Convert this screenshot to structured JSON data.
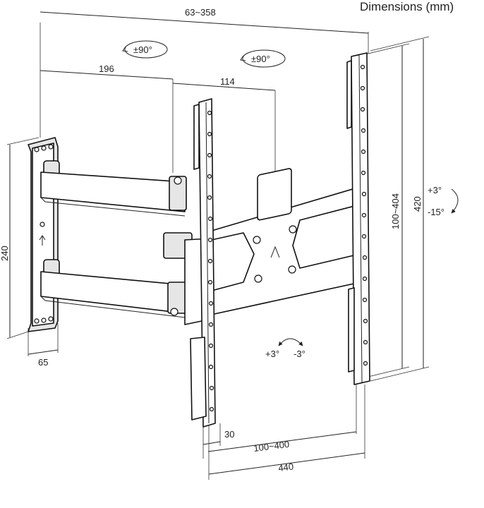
{
  "title": "Dimensions (mm)",
  "dimensions": {
    "overall_depth": "63~358",
    "arm_length": "196",
    "inner_arm_length": "114",
    "plate_height": "240",
    "plate_depth": "65",
    "vertical_hole_spacing": "100~404",
    "height": "420",
    "horizontal_hole_spacing": "100~400",
    "width": "440",
    "thickness": "30"
  },
  "rotations": {
    "swivel_arm": "±90°",
    "swivel_head": "±90°",
    "tilt_up": "+3°",
    "tilt_down": "-15°",
    "level_plus": "+3°",
    "level_minus": "-3°"
  },
  "colors": {
    "line": "#222222",
    "fill": "#ffffff",
    "shade": "#e6e6e6"
  },
  "icons": [
    "rotation-arrow-icon",
    "up-arrow-icon"
  ]
}
